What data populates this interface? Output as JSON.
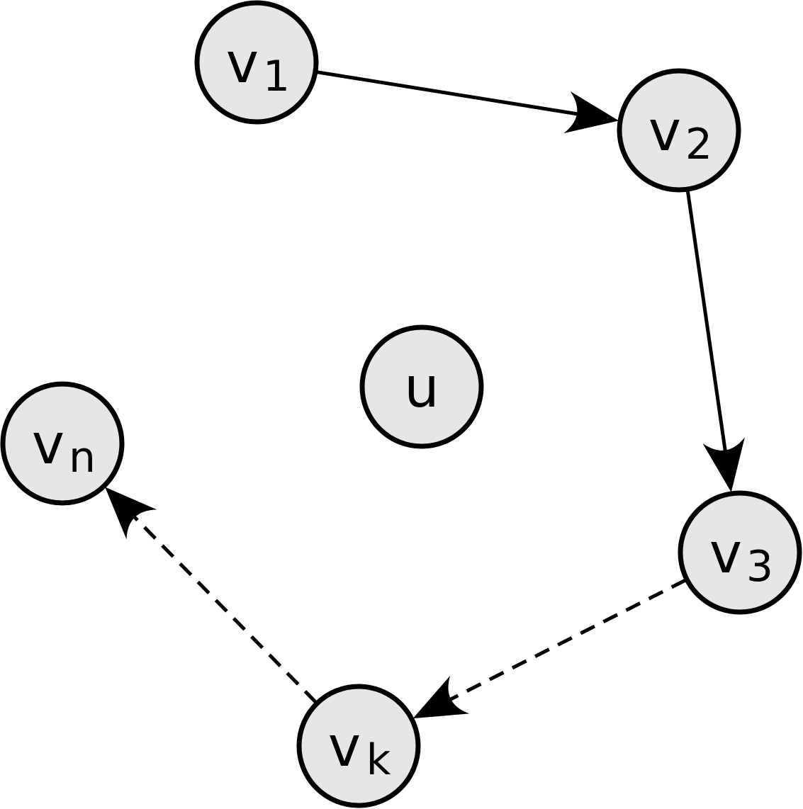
{
  "diagram": {
    "nodes": [
      {
        "id": "v1",
        "label": "v",
        "sub": "1"
      },
      {
        "id": "v2",
        "label": "v",
        "sub": "2"
      },
      {
        "id": "v3",
        "label": "v",
        "sub": "3"
      },
      {
        "id": "u",
        "label": "u",
        "sub": ""
      },
      {
        "id": "vn",
        "label": "v",
        "sub": "n"
      },
      {
        "id": "vk",
        "label": "v",
        "sub": "k"
      }
    ],
    "edges": [
      {
        "from": "v1",
        "to": "v2",
        "style": "solid"
      },
      {
        "from": "v2",
        "to": "v3",
        "style": "solid"
      },
      {
        "from": "v3",
        "to": "vk",
        "style": "dashed"
      },
      {
        "from": "vk",
        "to": "vn",
        "style": "dashed"
      }
    ],
    "colors": {
      "node_fill": "#e6e6e6",
      "stroke": "#000000",
      "background": "#ffffff"
    }
  }
}
